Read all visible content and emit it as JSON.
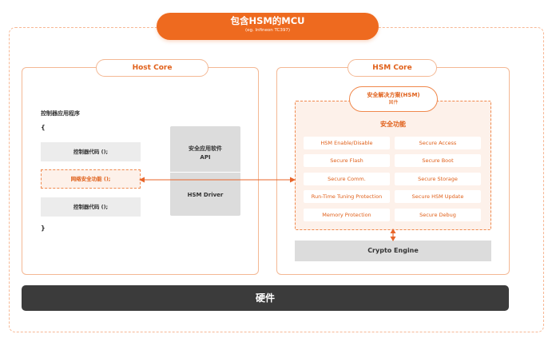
{
  "mcu": {
    "title": "包含HSM的MCU",
    "subtitle": "(eg. Infineon TC397)"
  },
  "host_core": {
    "title": "Host Core",
    "program_label": "控制器应用程序",
    "brace_open": "{",
    "brace_close": "}",
    "code_lines": [
      "控制器代码 ();",
      "网络安全功能 ();",
      "控制器代码 ();"
    ],
    "api_label": "安全应用软件\nAPI",
    "driver_label": "HSM Driver"
  },
  "hsm_core": {
    "title": "HSM Core",
    "solution_title": "安全解决方案(HSM)",
    "solution_subtitle": "固件",
    "functions_title": "安全功能",
    "functions": [
      "HSM Enable/Disable",
      "Secure Access",
      "Secure Flash",
      "Secure Boot",
      "Secure Comm.",
      "Secure Storage",
      "Run-Time Tuning Protection",
      "Secure HSM Update",
      "Memory Protection",
      "Secure Debug"
    ],
    "crypto_engine": "Crypto Engine"
  },
  "hardware": {
    "label": "硬件"
  },
  "colors": {
    "accent": "#ee6a1f",
    "accent_light": "#fdf1ea",
    "border": "#f4b894",
    "block_gray": "#dcdcdc",
    "hardware_dark": "#3b3b3b"
  }
}
